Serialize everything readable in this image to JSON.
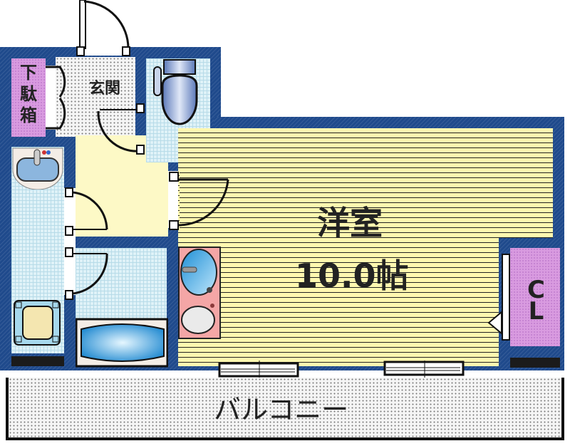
{
  "plan": {
    "rooms": {
      "entrance": "玄関",
      "shoe_box": [
        "下",
        "駄",
        "箱"
      ],
      "western_room": "洋室",
      "western_room_size": "10.0帖",
      "closet": [
        "C",
        "L"
      ],
      "balcony": "バルコニー"
    },
    "colors": {
      "wall": "#1f4a8c",
      "flooring": "#fff8b0",
      "tile": "#dff2f8",
      "closet": "#d99be0",
      "kitchen_counter": "#f4a6a6",
      "fixture_blue": "#3fa9e0"
    }
  }
}
